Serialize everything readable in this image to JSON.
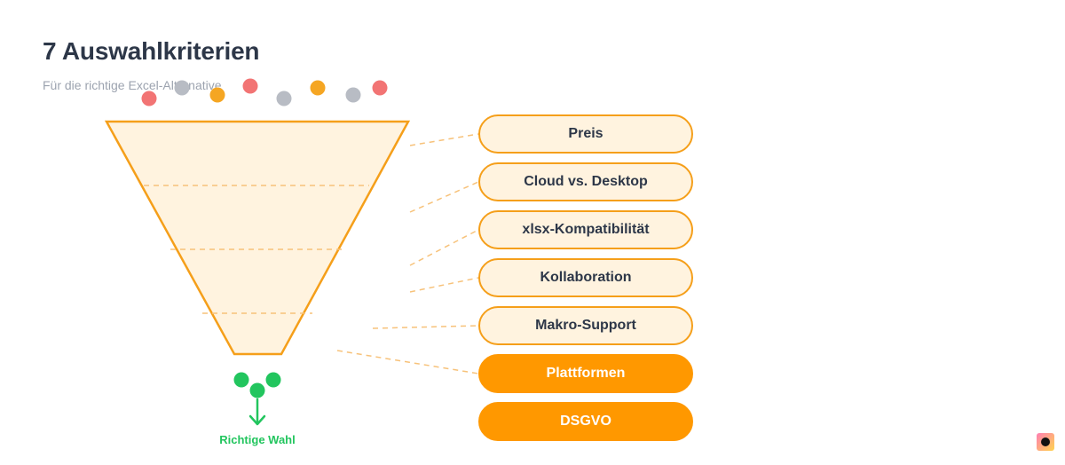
{
  "header": {
    "title": "7 Auswahlkriterien",
    "subtitle": "Für die richtige Excel-Alternative"
  },
  "criteria": [
    {
      "label": "Preis",
      "highlighted": false
    },
    {
      "label": "Cloud vs. Desktop",
      "highlighted": false
    },
    {
      "label": "xlsx-Kompatibilität",
      "highlighted": false
    },
    {
      "label": "Kollaboration",
      "highlighted": false
    },
    {
      "label": "Makro-Support",
      "highlighted": false
    },
    {
      "label": "Plattformen",
      "highlighted": true
    },
    {
      "label": "DSGVO",
      "highlighted": true
    }
  ],
  "funnel": {
    "input_dot_colors": [
      "#f27474",
      "#b8bcc4",
      "#f5a623",
      "#f27474",
      "#b8bcc4",
      "#f5a623",
      "#b8bcc4",
      "#f27474"
    ],
    "output_dot_color": "#22c55e",
    "stroke_color": "#f59f1a",
    "fill_color": "#fff3df"
  },
  "result": {
    "label": "Richtige Wahl"
  },
  "colors": {
    "accent": "#ff9800",
    "pill_border": "#f59f1a",
    "pill_fill": "#fff3df",
    "text_dark": "#2d3748",
    "text_muted": "#9ca3af",
    "success": "#22c55e"
  },
  "icons": {
    "brand": "brand-logo-icon",
    "arrow": "arrow-down-icon"
  }
}
